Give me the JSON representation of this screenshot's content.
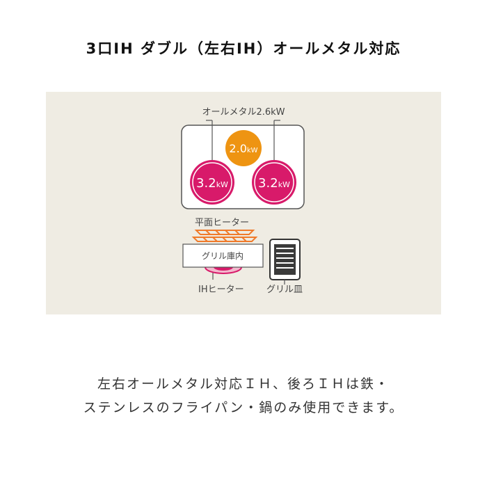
{
  "title": "3口IH ダブル（左右IH）オールメタル対応",
  "diagram": {
    "all_metal_label": "オールメタル2.6kW",
    "burners": [
      {
        "value": "3.2",
        "unit": "kW",
        "color": "#d81a6a"
      },
      {
        "value": "2.0",
        "unit": "kW",
        "color": "#ee9412"
      },
      {
        "value": "3.2",
        "unit": "kW",
        "color": "#d81a6a"
      }
    ],
    "flat_heater_label": "平面ヒーター",
    "grill_interior_label": "グリル庫内",
    "ih_heater_label": "IHヒーター",
    "grill_plate_label": "グリル皿",
    "colors": {
      "heater": "#f07a2a",
      "ih_heater": "#d81a6a",
      "panel_bg": "#efece3"
    }
  },
  "caption": {
    "line1": "左右オールメタル対応ＩＨ、後ろＩＨは鉄・",
    "line2": "ステンレスのフライパン・鍋のみ使用できます。"
  }
}
